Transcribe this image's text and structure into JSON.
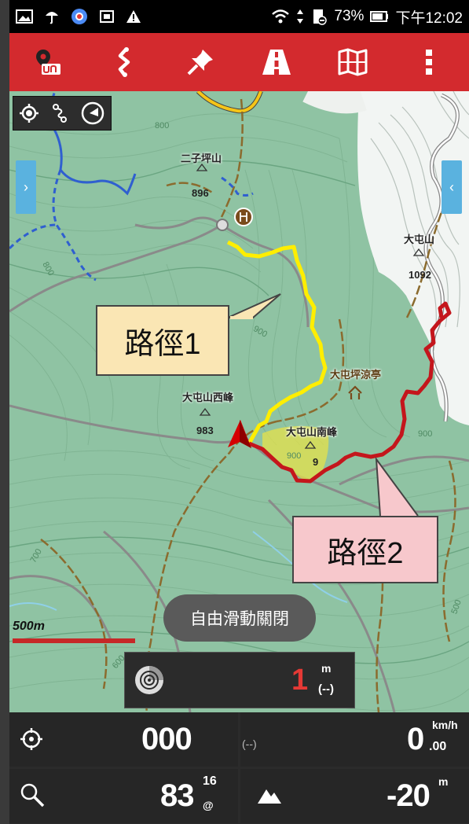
{
  "status_bar": {
    "icons": [
      "picture-icon",
      "umbrella-icon",
      "browser-icon",
      "sim-icon",
      "warning-icon",
      "wifi-icon",
      "data-arrows-icon",
      "battery-saver-icon",
      "battery-icon"
    ],
    "battery": "73%",
    "time": "下午12:02"
  },
  "toolbar": {
    "items": [
      "app-logo-icon",
      "route-icon",
      "pin-icon",
      "road-icon",
      "map-icon",
      "more-icon"
    ]
  },
  "layer_controls": [
    "locate-icon",
    "tracks-icon",
    "compass-icon"
  ],
  "map": {
    "labels": {
      "peak1_name": "二子坪山",
      "peak1_elev": "896",
      "peak2_name": "大屯山",
      "peak2_elev": "1092",
      "peak3_name": "大屯山西峰",
      "peak3_elev": "983",
      "peak4_name": "大屯山南峰",
      "peak4_elev": "9",
      "pavilion": "大屯坪涼亭",
      "c800a": "800",
      "c800b": "800",
      "c900a": "900",
      "c900b": "900",
      "c900c": "900",
      "c700": "700",
      "c600": "600",
      "c500": "500"
    },
    "callout_1": "路徑1",
    "callout_2": "路徑2",
    "scale": "500m",
    "colors": {
      "route_1": "#ffee00",
      "route_2": "#c4161c",
      "map_green": "#8fc3a3",
      "toolbar_red": "#d32a2e"
    }
  },
  "recorder": {
    "value": "1",
    "unit": "m",
    "sub": "(--)"
  },
  "toast": "自由滑動關閉",
  "dashboard": {
    "coordinates_value": "000",
    "coordinates_aux": "(--)",
    "speed_value": "0",
    "speed_unit": "km/h",
    "speed_decimal": ".00",
    "zoom_value": "83",
    "zoom_level": "16",
    "zoom_at": "@",
    "altitude_value": "-20",
    "altitude_unit": "m"
  }
}
